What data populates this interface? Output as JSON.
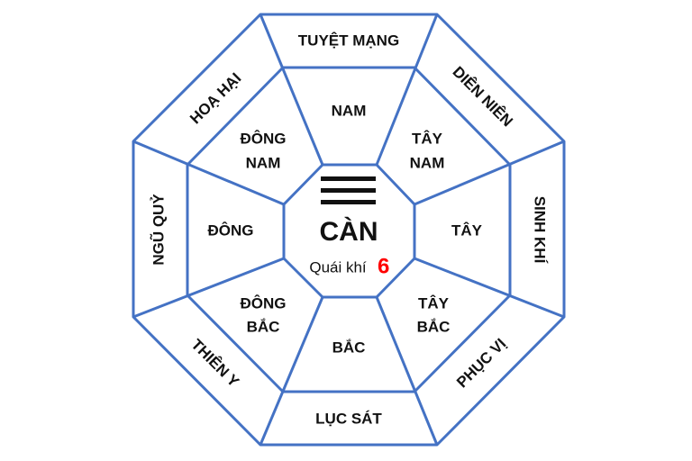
{
  "line_color": "#4472c4",
  "accent_color": "#ff0000",
  "center": {
    "name": "CÀN",
    "caption": "Quái khí",
    "number": "6",
    "symbol": "trigram-three-solid-lines"
  },
  "outer": {
    "n": "TUYỆT MẠNG",
    "ne": "DIÊN NIÊN",
    "e": "SINH KHÍ",
    "se": "PHỤC VỊ",
    "s": "LỤC SÁT",
    "sw": "THIÊN Y",
    "w": "NGŨ QUỶ",
    "nw": "HOẠ HẠI"
  },
  "inner": {
    "n": "NAM",
    "ne": [
      "TÂY",
      "NAM"
    ],
    "e": "TÂY",
    "se": [
      "TÂY",
      "BẮC"
    ],
    "s": "BẮC",
    "sw": [
      "ĐÔNG",
      "BẮC"
    ],
    "w": "ĐÔNG",
    "nw": [
      "ĐÔNG",
      "NAM"
    ]
  }
}
